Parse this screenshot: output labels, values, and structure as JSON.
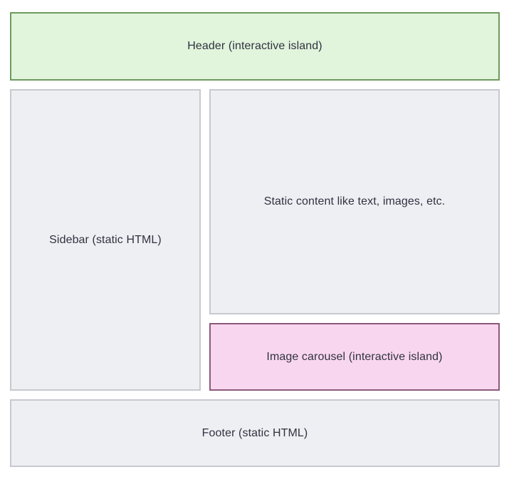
{
  "diagram": {
    "header": {
      "label": "Header (interactive island)",
      "fill_color": "#e1f4dc",
      "border_color": "#6f9a5e"
    },
    "sidebar": {
      "label": "Sidebar (static HTML)",
      "fill_color": "#eeeff3",
      "border_color": "#c7c9cf"
    },
    "static_content": {
      "label": "Static content like text, images, etc.",
      "fill_color": "#eeeff3",
      "border_color": "#c7c9cf"
    },
    "image_carousel": {
      "label": "Image carousel (interactive island)",
      "fill_color": "#f9d6ef",
      "border_color": "#8b5a7a"
    },
    "footer": {
      "label": "Footer (static HTML)",
      "fill_color": "#eeeff3",
      "border_color": "#c7c9cf"
    }
  }
}
